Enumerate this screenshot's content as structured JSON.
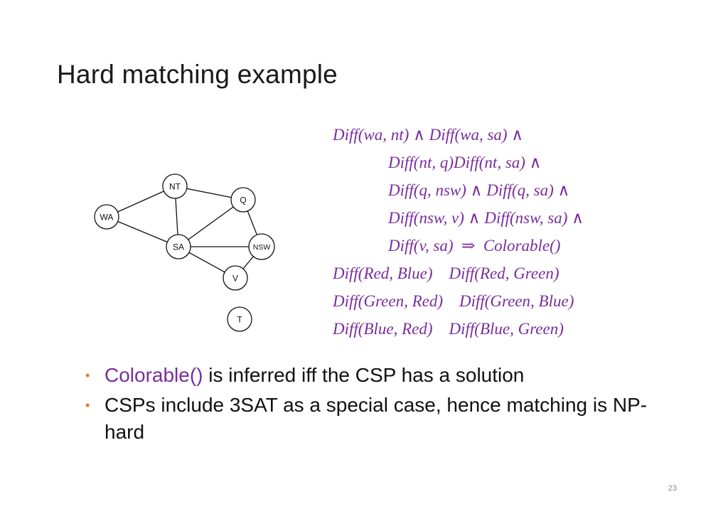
{
  "title": "Hard matching example",
  "graph": {
    "nodes": [
      {
        "id": "WA",
        "label": "WA"
      },
      {
        "id": "NT",
        "label": "NT"
      },
      {
        "id": "Q",
        "label": "Q"
      },
      {
        "id": "SA",
        "label": "SA"
      },
      {
        "id": "NSW",
        "label": "NSW"
      },
      {
        "id": "V",
        "label": "V"
      },
      {
        "id": "T",
        "label": "T"
      }
    ],
    "edges": [
      [
        "WA",
        "NT"
      ],
      [
        "WA",
        "SA"
      ],
      [
        "NT",
        "SA"
      ],
      [
        "NT",
        "Q"
      ],
      [
        "SA",
        "Q"
      ],
      [
        "SA",
        "NSW"
      ],
      [
        "SA",
        "V"
      ],
      [
        "Q",
        "NSW"
      ],
      [
        "NSW",
        "V"
      ]
    ]
  },
  "formulas": [
    "Diff(wa, nt) ∧ Diff(wa, sa) ∧",
    "Diff(nt, q)Diff(nt, sa) ∧",
    "Diff(q, nsw) ∧ Diff(q, sa) ∧",
    "Diff(nsw, v) ∧ Diff(nsw, sa) ∧",
    "Diff(v, sa)  ⇒  Colorable()",
    "Diff(Red, Blue)    Diff(Red, Green)",
    "Diff(Green, Red)    Diff(Green, Blue)",
    "Diff(Blue, Red)    Diff(Blue, Green)"
  ],
  "bullets": [
    {
      "highlight": "Colorable()",
      "text": " is inferred iff the CSP has a solution"
    },
    {
      "highlight": "",
      "text": "CSPs include 3SAT as a special case, hence matching is NP-hard"
    }
  ],
  "bullet_symbol": "•",
  "page_number": "23",
  "colors": {
    "formula": "#7a2c9e",
    "bullet": "#e07b2a",
    "text": "#111111"
  }
}
